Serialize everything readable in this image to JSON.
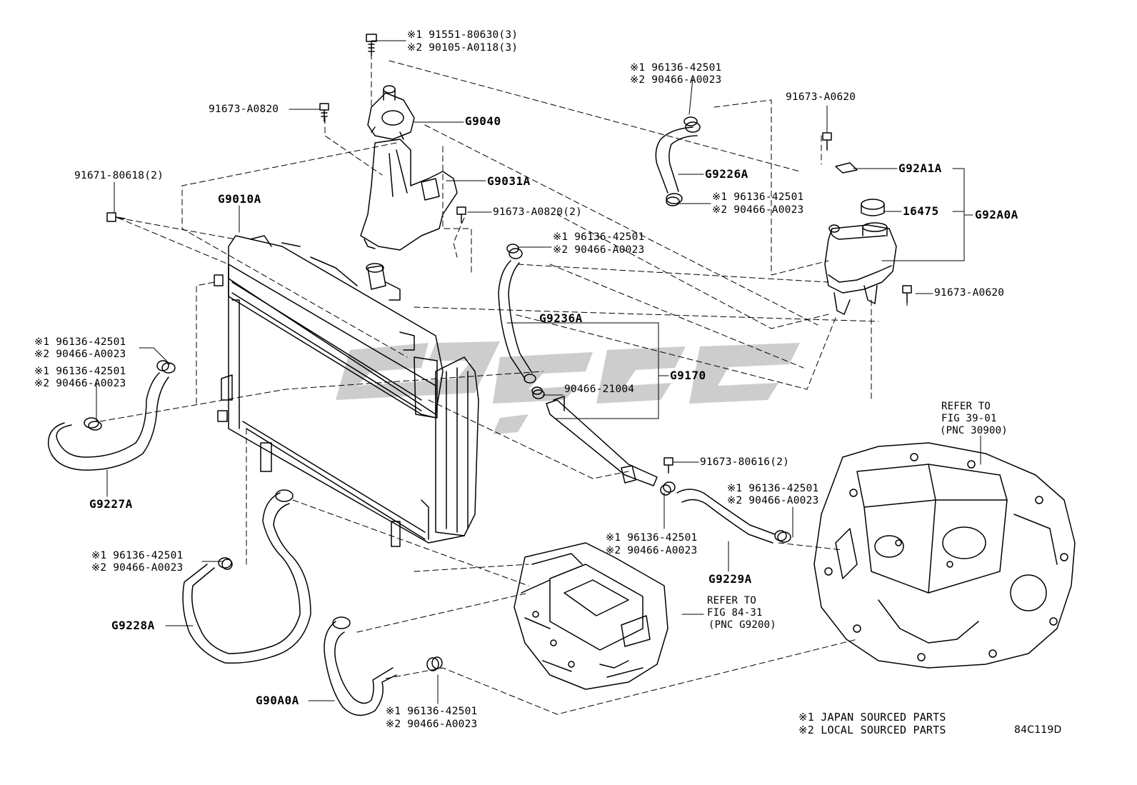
{
  "labels": {
    "top_bolt": {
      "l1": "※1 91551-80630(3)",
      "l2": "※2 90105-A0118(3)"
    },
    "bolt_91673_a0820": "91673-A0820",
    "g9040": "G9040",
    "g9031a": "G9031A",
    "bolt_91673_a0820_2": "91673-A0820(2)",
    "bolt_91671": "91671-80618(2)",
    "g9010a": "G9010A",
    "clamp_g9226_top": {
      "l1": "※1 96136-42501",
      "l2": "※2 90466-A0023"
    },
    "g9226a": "G9226A",
    "clamp_g9226_bot": {
      "l1": "※1 96136-42501",
      "l2": "※2 90466-A0023"
    },
    "clamp_g9236_top": {
      "l1": "※1 96136-42501",
      "l2": "※2 90466-A0023"
    },
    "g9236a": "G9236A",
    "clip_90466": "90466-21004",
    "g9170": "G9170",
    "bolt_91673_a0620_top": "91673-A0620",
    "g92a1a": "G92A1A",
    "p16475": "16475",
    "g92a0a": "G92A0A",
    "bolt_91673_a0620_side": "91673-A0620",
    "clamp_left_1": {
      "l1": "※1 96136-42501",
      "l2": "※2 90466-A0023"
    },
    "clamp_left_2": {
      "l1": "※1 96136-42501",
      "l2": "※2 90466-A0023"
    },
    "g9227a": "G9227A",
    "bolt_91673_80616": "91673-80616(2)",
    "clamp_g9229_right": {
      "l1": "※1 96136-42501",
      "l2": "※2 90466-A0023"
    },
    "clamp_g9229_left": {
      "l1": "※1 96136-42501",
      "l2": "※2 90466-A0023"
    },
    "g9229a": "G9229A",
    "clamp_g9228": {
      "l1": "※1 96136-42501",
      "l2": "※2 90466-A0023"
    },
    "g9228a": "G9228A",
    "refer_trans": {
      "l1": "REFER TO",
      "l2": "FIG 39-01",
      "l3": "(PNC 30900)"
    },
    "refer_inverter": {
      "l1": "REFER TO",
      "l2": "FIG 84-31",
      "l3": "(PNC G9200)"
    },
    "g90a0a": "G90A0A",
    "clamp_g90a0": {
      "l1": "※1 96136-42501",
      "l2": "※2 90466-A0023"
    },
    "footnote": {
      "l1": "※1 JAPAN SOURCED PARTS",
      "l2": "※2 LOCAL SOURCED PARTS"
    },
    "figure_code": "84C119D"
  },
  "colors": {
    "line": "#000000",
    "watermark": "#c8c8c8",
    "background": "#ffffff"
  }
}
